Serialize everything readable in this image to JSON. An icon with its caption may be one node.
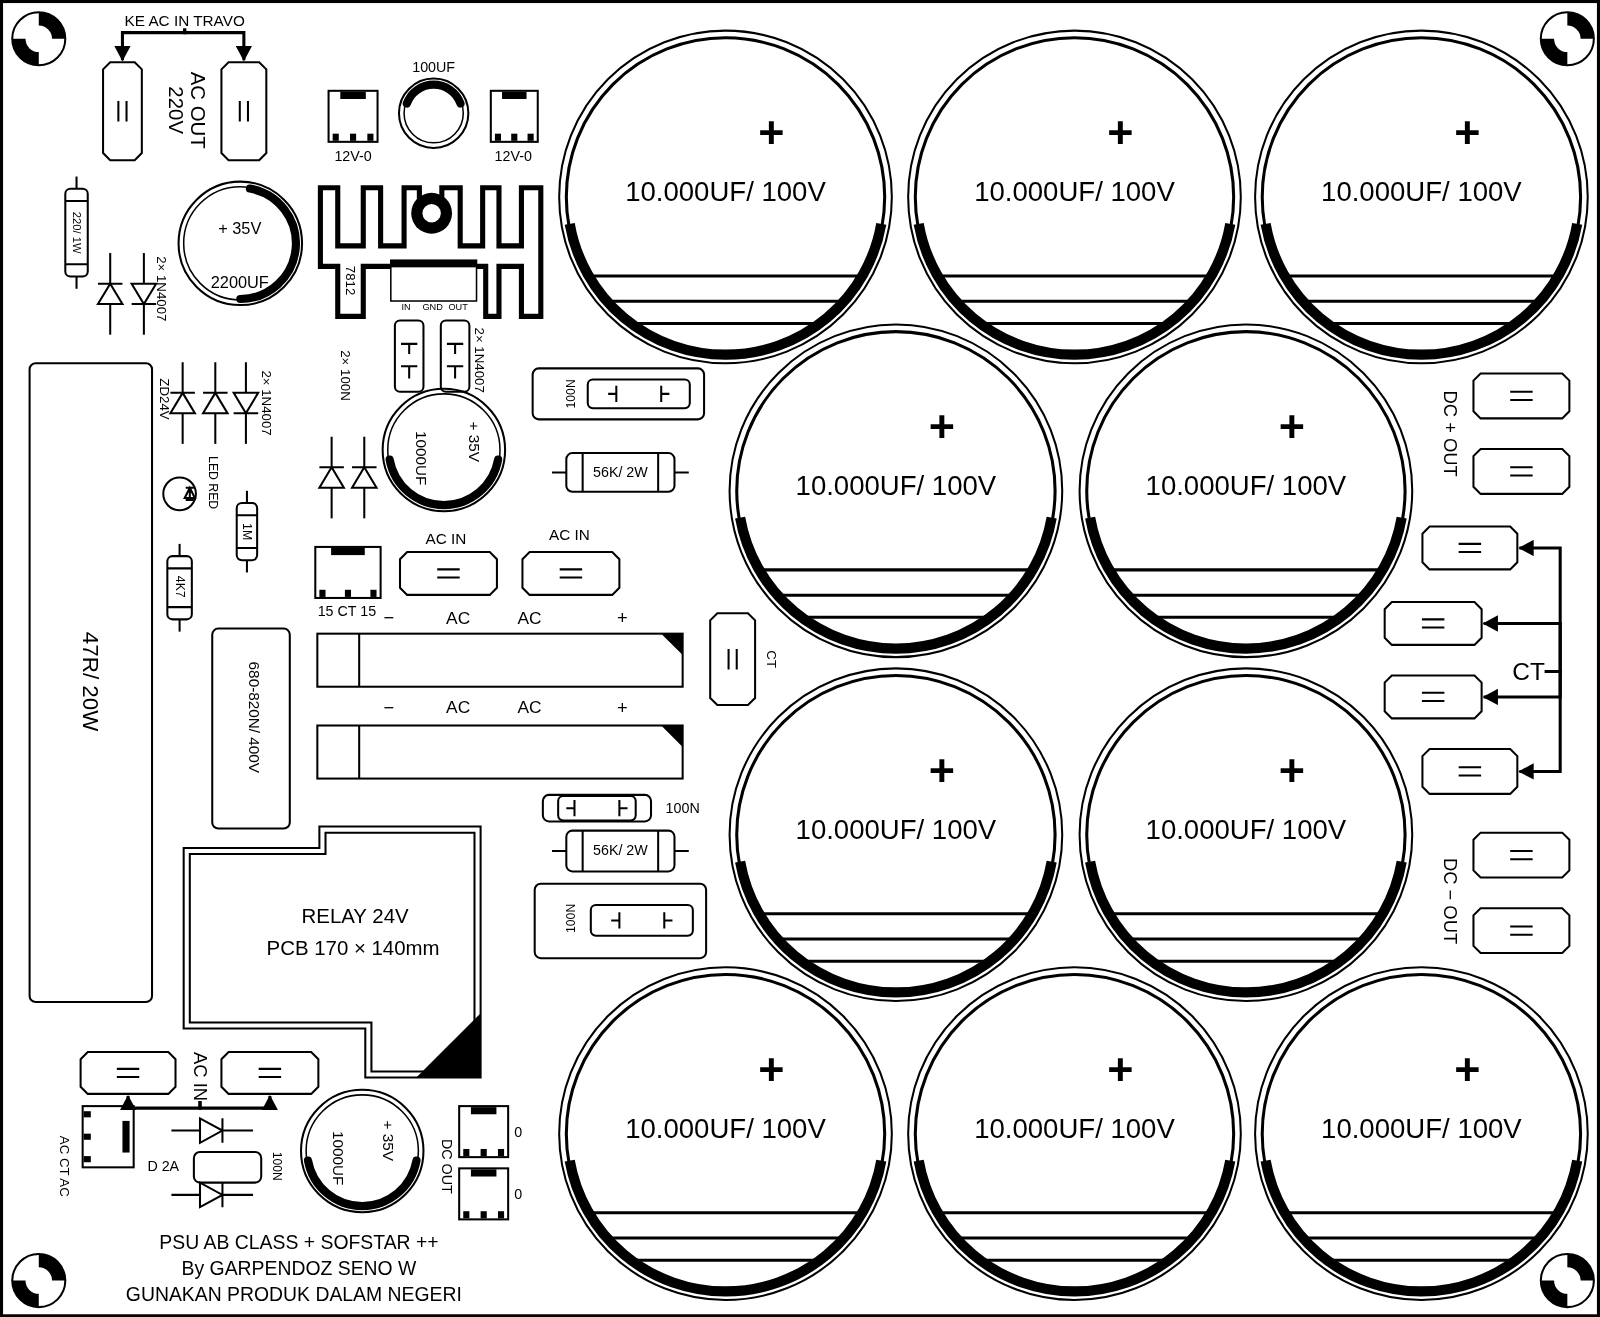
{
  "diagram": {
    "nodes": [
      {
        "text": [
          "KE AC IN TRAVO"
        ]
      },
      {
        "text": [],
        "shape": "box"
      },
      {
        "text": [],
        "shape": "box"
      },
      {
        "text": [
          "12V-0"
        ]
      },
      {
        "text": [
          "100UF"
        ]
      },
      {
        "text": [
          "12V-0"
        ]
      },
      {
        "text": [
          "220/ 1W"
        ]
      },
      {
        "text": [
          "+ 35V",
          "2200UF"
        ]
      },
      {
        "text": [
          "7812",
          "IN",
          "GND",
          "OUT"
        ]
      },
      {
        "text": [
          "+ 35V",
          "1000UF"
        ]
      },
      {
        "text": [
          "100N"
        ]
      },
      {
        "text": [
          "56K/ 2W"
        ]
      },
      {
        "text": [
          "47R/ 20W"
        ]
      },
      {
        "text": [],
        "shape": "circle",
        "beside": [
          "LED RED"
        ]
      },
      {
        "text": [
          "1M"
        ]
      },
      {
        "text": [
          "4K7"
        ]
      },
      {
        "text": [
          "15 CT 15"
        ]
      },
      {
        "text": [
          "AC IN"
        ]
      },
      {
        "text": [
          "AC IN"
        ]
      },
      {
        "text": [
          "−",
          "AC",
          "AC",
          "+"
        ]
      },
      {
        "text": [
          "−",
          "AC",
          "AC",
          "+"
        ]
      },
      {
        "text": [
          "CT"
        ]
      },
      {
        "text": [
          "680-820N/ 400V"
        ]
      },
      {
        "text": [
          "100N"
        ]
      },
      {
        "text": [
          "56K/ 2W"
        ]
      },
      {
        "text": [
          "100N"
        ]
      },
      {
        "text": [
          "RELAY 24V",
          "PCB 170 × 140mm"
        ]
      },
      {
        "text": [
          "+",
          "10.000UF/ 100V"
        ]
      },
      {
        "text": [
          "+",
          "10.000UF/ 100V"
        ]
      },
      {
        "text": [
          "+",
          "10.000UF/ 100V"
        ]
      },
      {
        "text": [
          "+",
          "10.000UF/ 100V"
        ]
      },
      {
        "text": [
          "+",
          "10.000UF/ 100V"
        ]
      },
      {
        "text": [
          "+",
          "10.000UF/ 100V"
        ]
      },
      {
        "text": [
          "+",
          "10.000UF/ 100V"
        ]
      },
      {
        "text": [
          "+",
          "10.000UF/ 100V"
        ]
      },
      {
        "text": [
          "+",
          "10.000UF/ 100V"
        ]
      },
      {
        "text": [
          "+",
          "10.000UF/ 100V"
        ]
      },
      {
        "text": [],
        "shape": "box"
      },
      {
        "text": [],
        "shape": "box"
      },
      {
        "text": [
          "CT"
        ]
      },
      {
        "text": [],
        "shape": "box"
      },
      {
        "text": [],
        "shape": "box"
      },
      {
        "text": [],
        "shape": "box"
      },
      {
        "text": [],
        "shape": "box"
      },
      {
        "text": [],
        "shape": "box"
      },
      {
        "text": [],
        "shape": "box"
      },
      {
        "text": [],
        "shape": "box"
      },
      {
        "text": [],
        "shape": "box"
      },
      {
        "text": [
          "AC IN"
        ]
      },
      {
        "text": [
          "AC CT AC"
        ]
      },
      {
        "text": [
          "100N"
        ]
      },
      {
        "text": [
          "+ 35V",
          "1000UF"
        ]
      },
      {
        "text": [
          "0"
        ]
      },
      {
        "text": [
          "0"
        ]
      }
    ],
    "edges": [
      {
        "from": 0,
        "to": 1,
        "arrow": "to"
      },
      {
        "from": 0,
        "to": 2,
        "arrow": "to"
      },
      {
        "from": 39,
        "to": 40,
        "arrow": "to"
      },
      {
        "from": 39,
        "to": 41,
        "arrow": "to"
      },
      {
        "from": 39,
        "to": 42,
        "arrow": "to"
      },
      {
        "from": 39,
        "to": 43,
        "arrow": "to"
      },
      {
        "from": 48,
        "to": 46,
        "arrow": "to"
      },
      {
        "from": 48,
        "to": 47,
        "arrow": "to"
      }
    ],
    "labels": [
      "AC OUT 220V",
      "2× 1N4007",
      "2× 100N",
      "2× 1N4007",
      "ZD24V",
      "2× 1N4007",
      "DC + OUT",
      "DC − OUT",
      "D 2A",
      "DC OUT",
      "PSU AB CLASS + SOFSTAR ++",
      "By GARPENDOZ SENO W",
      "GUNAKAN PRODUK DALAM NEGERI"
    ]
  }
}
